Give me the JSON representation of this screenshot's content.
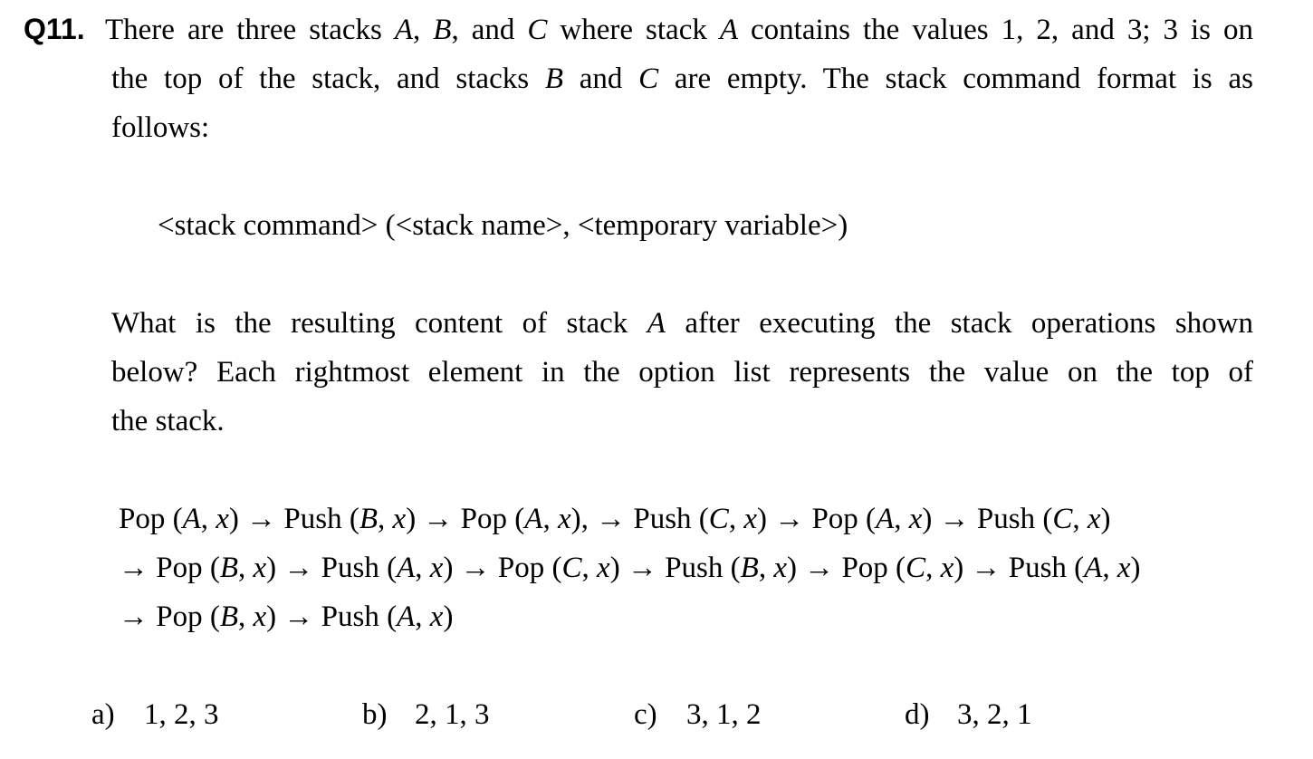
{
  "question": {
    "number": "Q11.",
    "intro": {
      "l1": [
        "There are three stacks ",
        "A",
        ", ",
        "B",
        ", and ",
        "C",
        " where stack ",
        "A",
        " contains the values 1, 2, and 3; 3 is on"
      ],
      "l2": [
        "the top of the stack, and stacks ",
        "B",
        " and ",
        "C",
        " are empty.   The stack command format is as"
      ],
      "l3": "follows:"
    },
    "format": "<stack command> (<stack name>, <temporary variable>)",
    "prompt": {
      "l1": [
        "What is the resulting content of stack ",
        "A",
        " after executing the stack operations shown"
      ],
      "l2": "below?   Each rightmost element in the option list represents the value on the top of",
      "l3": "the stack."
    },
    "operations": {
      "l1": [
        "Pop (",
        "A",
        ", ",
        "x",
        ") → Push (",
        "B",
        ", ",
        "x",
        ") → Pop (",
        "A",
        ", ",
        "x",
        "), → Push (",
        "C",
        ", ",
        "x",
        ") → Pop (",
        "A",
        ", ",
        "x",
        ") → Push (",
        "C",
        ", ",
        "x",
        ")"
      ],
      "l2": [
        "→ Pop (",
        "B",
        ", ",
        "x",
        ") → Push (",
        "A",
        ", ",
        "x",
        ") → Pop (",
        "C",
        ", ",
        "x",
        ") → Push (",
        "B",
        ", ",
        "x",
        ") → Pop (",
        "C",
        ", ",
        "x",
        ") → Push (",
        "A",
        ", ",
        "x",
        ")"
      ],
      "l3": [
        "→ Pop (",
        "B",
        ", ",
        "x",
        ") → Push (",
        "A",
        ", ",
        "x",
        ")"
      ]
    },
    "options": [
      {
        "letter": "a)",
        "text": "1, 2, 3"
      },
      {
        "letter": "b)",
        "text": "2, 1, 3"
      },
      {
        "letter": "c)",
        "text": "3, 1, 2"
      },
      {
        "letter": "d)",
        "text": "3, 2, 1"
      }
    ]
  }
}
